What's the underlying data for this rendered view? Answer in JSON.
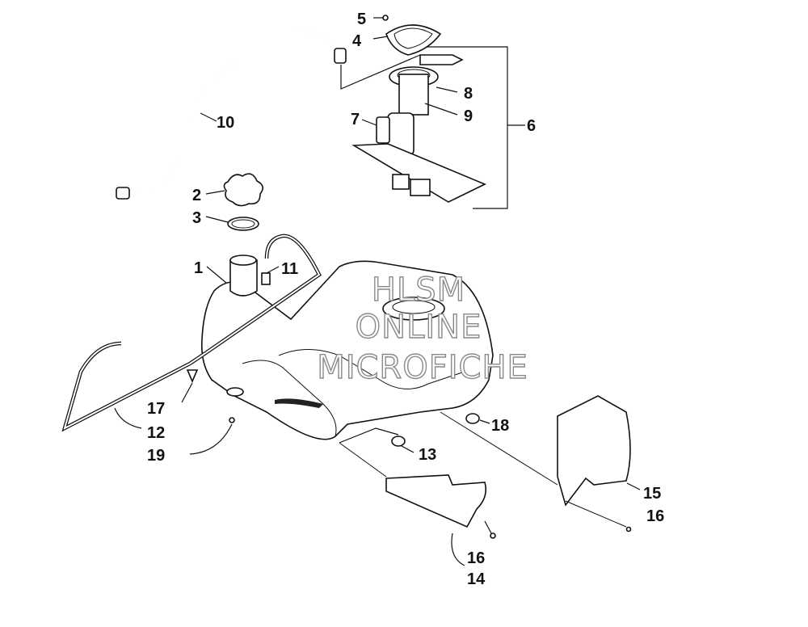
{
  "watermark": {
    "line1": "HLSM",
    "line2": "ONLINE",
    "line3": "MICROFICHE"
  },
  "callouts": [
    {
      "id": "1",
      "label": "1"
    },
    {
      "id": "2",
      "label": "2"
    },
    {
      "id": "3",
      "label": "3"
    },
    {
      "id": "4",
      "label": "4"
    },
    {
      "id": "5",
      "label": "5"
    },
    {
      "id": "6",
      "label": "6"
    },
    {
      "id": "7",
      "label": "7"
    },
    {
      "id": "8",
      "label": "8"
    },
    {
      "id": "9",
      "label": "9"
    },
    {
      "id": "10",
      "label": "10"
    },
    {
      "id": "11",
      "label": "11"
    },
    {
      "id": "12",
      "label": "12"
    },
    {
      "id": "13",
      "label": "13"
    },
    {
      "id": "14",
      "label": "14"
    },
    {
      "id": "15",
      "label": "15"
    },
    {
      "id": "16a",
      "label": "16"
    },
    {
      "id": "16b",
      "label": "16"
    },
    {
      "id": "17",
      "label": "17"
    },
    {
      "id": "18",
      "label": "18"
    },
    {
      "id": "19",
      "label": "19"
    }
  ]
}
